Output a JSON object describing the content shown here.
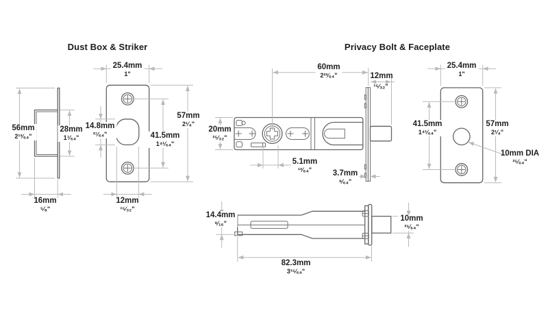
{
  "colors": {
    "background": "#ffffff",
    "part_line": "#646464",
    "dimension_line": "#b9b9b9",
    "text": "#1f1f1f"
  },
  "sections": {
    "dust": {
      "title": "Dust Box & Striker",
      "dims": {
        "plate_width": {
          "mm": "25.4mm",
          "in": "1\""
        },
        "assembly_height": {
          "mm": "56mm",
          "in": "2¹³⁄₆₄\""
        },
        "box_height": {
          "mm": "28mm",
          "in": "1⁷⁄₆₄\""
        },
        "box_depth": {
          "mm": "16mm",
          "in": "⁵⁄₈\""
        },
        "bolt_hole_height": {
          "mm": "14.8mm",
          "in": "³⁷⁄₆₄\""
        },
        "screw_spacing": {
          "mm": "41.5mm",
          "in": "1⁴¹⁄₆₄\""
        },
        "plate_height": {
          "mm": "57mm",
          "in": "2¹⁄₄\""
        },
        "bolt_hole_width": {
          "mm": "12mm",
          "in": "¹⁵⁄₃₂\""
        }
      }
    },
    "privacy": {
      "title": "Privacy Bolt & Faceplate",
      "dims": {
        "backset": {
          "mm": "60mm",
          "in": "2²³⁄₆₄\""
        },
        "bolt_throw": {
          "mm": "12mm",
          "in": "¹⁵⁄₃₂\""
        },
        "body_height": {
          "mm": "20mm",
          "in": "²⁵⁄₃₂\""
        },
        "spindle_hole": {
          "mm": "5.1mm",
          "in": "¹³⁄₆₄\""
        },
        "faceplate_thickness": {
          "mm": "3.7mm",
          "in": "⁹⁄₆₄\""
        },
        "faceplate_width": {
          "mm": "25.4mm",
          "in": "1\""
        },
        "screw_spacing": {
          "mm": "41.5mm",
          "in": "1⁴¹⁄₆₄\""
        },
        "faceplate_height": {
          "mm": "57mm",
          "in": "2¹⁄₄\""
        },
        "bolt_diameter_callout": {
          "mm": "10mm DIA",
          "in": "²⁵⁄₆₄\""
        },
        "body_thickness": {
          "mm": "14.4mm",
          "in": "⁹⁄₁₆\""
        },
        "bolt_diameter": {
          "mm": "10mm",
          "in": "²⁵⁄₆₄\""
        },
        "overall_length": {
          "mm": "82.3mm",
          "in": "3¹⁵⁄₆₄\""
        }
      }
    }
  }
}
